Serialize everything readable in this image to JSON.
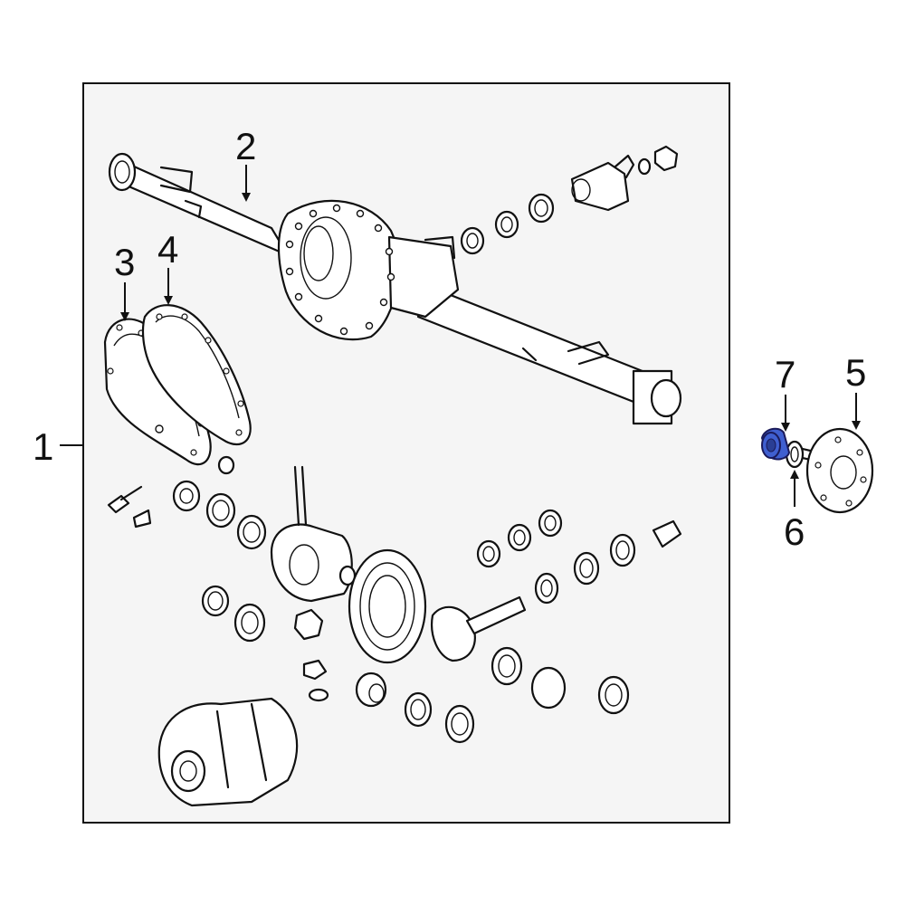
{
  "diagram": {
    "callouts": [
      {
        "id": "1",
        "label": "1"
      },
      {
        "id": "2",
        "label": "2"
      },
      {
        "id": "3",
        "label": "3"
      },
      {
        "id": "4",
        "label": "4"
      },
      {
        "id": "5",
        "label": "5"
      },
      {
        "id": "6",
        "label": "6"
      },
      {
        "id": "7",
        "label": "7"
      }
    ],
    "colors": {
      "highlight": "#3f5fd0",
      "line": "#111111",
      "panel_background": "#f5f5f5",
      "panel_border": "#111111"
    }
  }
}
